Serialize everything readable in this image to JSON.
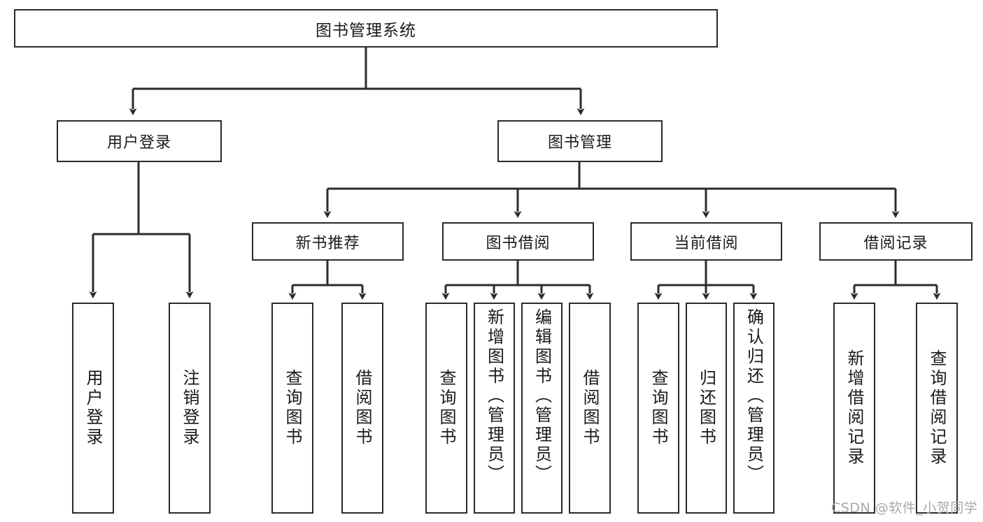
{
  "diagram": {
    "title": "图书管理系统",
    "type": "tree-hierarchy-chart",
    "root": {
      "label": "图书管理系统"
    },
    "level2": [
      {
        "label": "用户登录"
      },
      {
        "label": "图书管理"
      }
    ],
    "level3": [
      {
        "label": "新书推荐"
      },
      {
        "label": "图书借阅"
      },
      {
        "label": "当前借阅"
      },
      {
        "label": "借阅记录"
      }
    ],
    "leaves": {
      "user_login": [
        {
          "label": "用户登录"
        },
        {
          "label": "注销登录"
        }
      ],
      "new_book_recommend": [
        {
          "label": "查询图书"
        },
        {
          "label": "借阅图书"
        }
      ],
      "book_borrow": [
        {
          "label": "查询图书"
        },
        {
          "label": "新增图书（管理员）"
        },
        {
          "label": "编辑图书（管理员）"
        },
        {
          "label": "借阅图书"
        }
      ],
      "current_borrow": [
        {
          "label": "查询图书"
        },
        {
          "label": "归还图书"
        },
        {
          "label": "确认归还（管理员）"
        }
      ],
      "borrow_record": [
        {
          "label": "新增借阅记录"
        },
        {
          "label": "查询借阅记录"
        }
      ]
    }
  },
  "watermark": {
    "text": "CSDN @软件_小贺同学"
  },
  "colors": {
    "stroke": "#2b2b2b",
    "fill": "#ffffff",
    "text": "#1a1a1a",
    "watermark": "#a8a8a8"
  }
}
